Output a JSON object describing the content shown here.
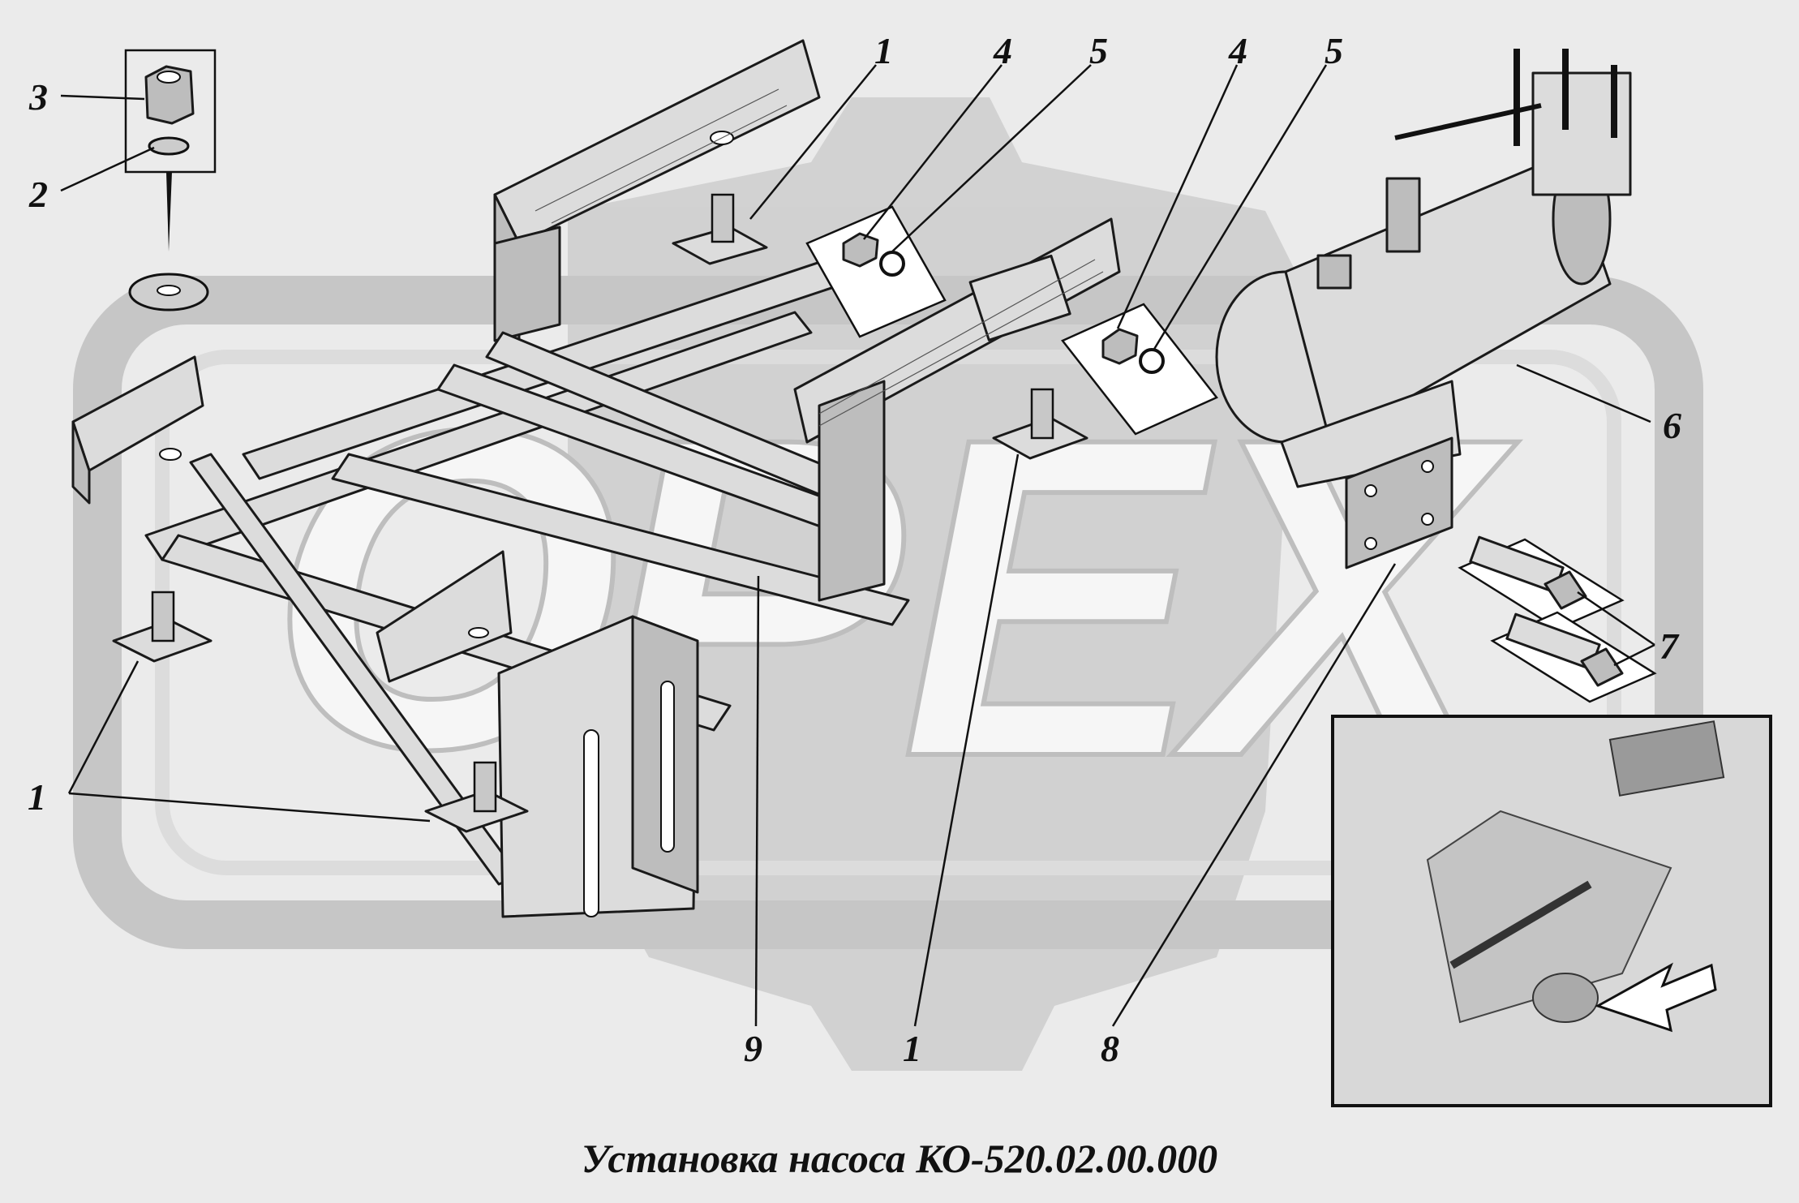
{
  "caption": "Установка насоса КО-520.02.00.000",
  "callouts": [
    {
      "id": "c1a",
      "text": "1"
    },
    {
      "id": "c4a",
      "text": "4"
    },
    {
      "id": "c5a",
      "text": "5"
    },
    {
      "id": "c4b",
      "text": "4"
    },
    {
      "id": "c5b",
      "text": "5"
    },
    {
      "id": "c3",
      "text": "3"
    },
    {
      "id": "c2",
      "text": "2"
    },
    {
      "id": "c6",
      "text": "6"
    },
    {
      "id": "c7",
      "text": "7"
    },
    {
      "id": "c1b",
      "text": "1"
    },
    {
      "id": "c9",
      "text": "9"
    },
    {
      "id": "c1c",
      "text": "1"
    },
    {
      "id": "c8",
      "text": "8"
    }
  ],
  "watermark": {
    "letters": [
      "O",
      "P",
      "E",
      "X"
    ],
    "color": "#b8b8b8"
  },
  "colors": {
    "background": "#ebebeb",
    "line": "#1a1a1a"
  }
}
